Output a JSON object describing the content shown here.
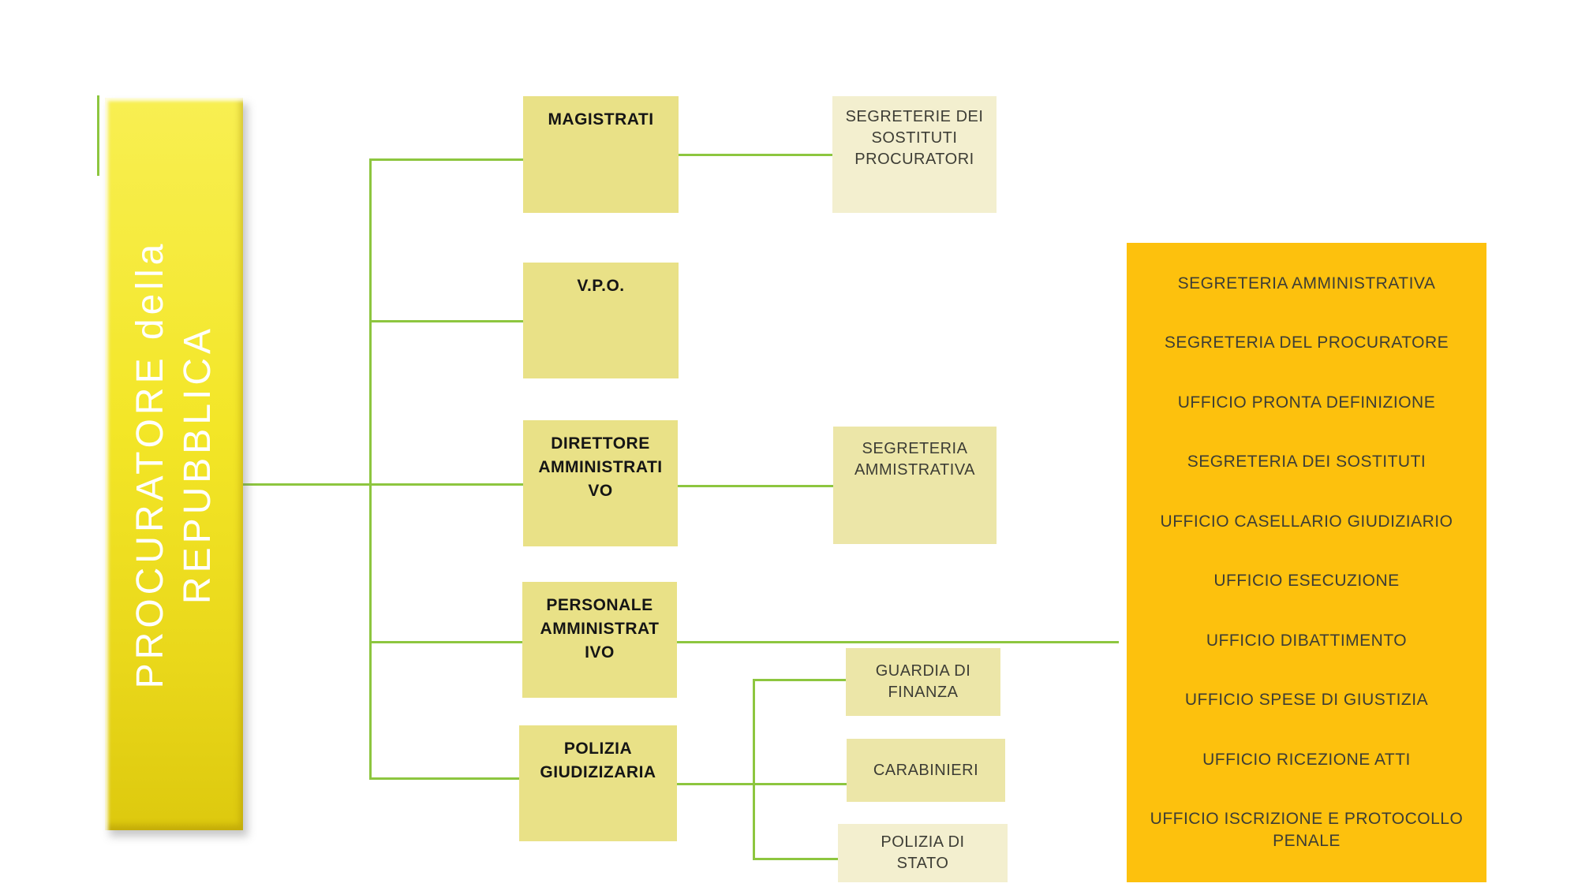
{
  "colors": {
    "accent-green": "#8dc63f",
    "main-box-fill": "#e9e187",
    "pale-box-fill": "#ece6a8",
    "cream-box-fill": "#f3efcf",
    "orange-fill": "#fdc10d",
    "title-gradient-top": "#f8ef52",
    "title-gradient-bottom": "#ddc90e",
    "title-text": "#ffffff",
    "box-text-bold": "#151515",
    "box-text": "#3d3d35"
  },
  "root": {
    "lines": [
      "PROCURATORE della",
      "REPUBBLICA"
    ]
  },
  "boxes": {
    "magistrati": {
      "lines": [
        "MAGISTRATI"
      ]
    },
    "vpo": {
      "lines": [
        "V.P.O."
      ]
    },
    "direttore": {
      "lines": [
        "DIRETTORE",
        "AMMINISTRATI",
        "VO"
      ]
    },
    "personale": {
      "lines": [
        "PERSONALE",
        "AMMINISTRAT",
        "IVO"
      ]
    },
    "polizia_giudizizaria": {
      "lines": [
        "POLIZIA",
        "GIUDIZIZARIA"
      ]
    },
    "segreterie_sostituti": {
      "lines": [
        "SEGRETERIE DEI",
        "SOSTITUTI",
        "PROCURATORI"
      ]
    },
    "segreteria_ammistrativa": {
      "lines": [
        "SEGRETERIA",
        "AMMISTRATIVA"
      ]
    },
    "guardia_finanza": {
      "lines": [
        "GUARDIA DI",
        "FINANZA"
      ]
    },
    "carabinieri": {
      "lines": [
        "CARABINIERI"
      ]
    },
    "polizia_stato": {
      "lines": [
        "POLIZIA DI",
        "STATO"
      ]
    }
  },
  "uffici_panel": {
    "items": [
      "SEGRETERIA AMMINISTRATIVA",
      "SEGRETERIA DEL PROCURATORE",
      "UFFICIO PRONTA DEFINIZIONE",
      "SEGRETERIA DEI SOSTITUTI",
      "UFFICIO CASELLARIO GIUDIZIARIO",
      "UFFICIO ESECUZIONE",
      "UFFICIO DIBATTIMENTO",
      "UFFICIO SPESE DI GIUSTIZIA",
      "UFFICIO RICEZIONE ATTI",
      "UFFICIO ISCRIZIONE E PROTOCOLLO PENALE"
    ]
  }
}
